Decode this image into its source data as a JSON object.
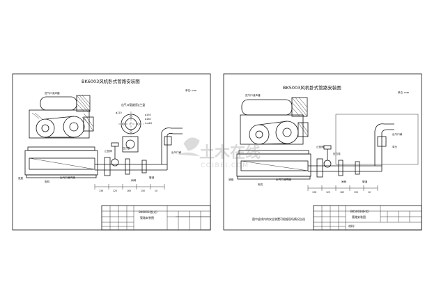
{
  "left_sheet": {
    "title": "BK6003风机卧式管路安装图",
    "scale": "单位: mm",
    "callouts": {
      "silencer": "进气口消声器",
      "flange_title": "出气口管道接法兰盘",
      "check_valve": "止回阀",
      "pressure_gauge": "压力表",
      "outlet_valve": "出气口阀",
      "base": "底座",
      "motor": "电机",
      "pipe_valve": "闸阀",
      "pipe": "管道",
      "outlet_silencer": "出气口消声器"
    },
    "flange_dims": [
      "φ150",
      "φ180",
      "4-φ18",
      "φ210"
    ],
    "bottom_dims": [
      "136",
      "125",
      "163",
      "150",
      "10"
    ],
    "title_block": {
      "drawing_name_1": "BK6003(卧式)",
      "drawing_name_2": "管路安装图"
    }
  },
  "right_sheet": {
    "title": "BK5003风机卧式管路安装图",
    "scale": "单位: mm",
    "callouts": {
      "silencer": "进气口消声器",
      "check_valve": "止回阀",
      "pressure_gauge": "压力表",
      "outlet_valve": "出气口阀",
      "elbow": "弯头",
      "base": "底座",
      "motor": "电机",
      "pipe_valve": "闸阀",
      "pipe": "管道",
      "outlet_silencer": "出气口消声器"
    },
    "bottom_dims": [
      "136",
      "125",
      "163",
      "150",
      "10"
    ],
    "note": "图中虚线内的安全装置可根据现场情况自选",
    "title_block": {
      "drawing_name_1": "BK5003(卧式)",
      "drawing_name_2": "管路安装图",
      "material": "材料:"
    }
  },
  "watermark": {
    "brand": "土木在线",
    "latin": "COIBEI.COM"
  }
}
